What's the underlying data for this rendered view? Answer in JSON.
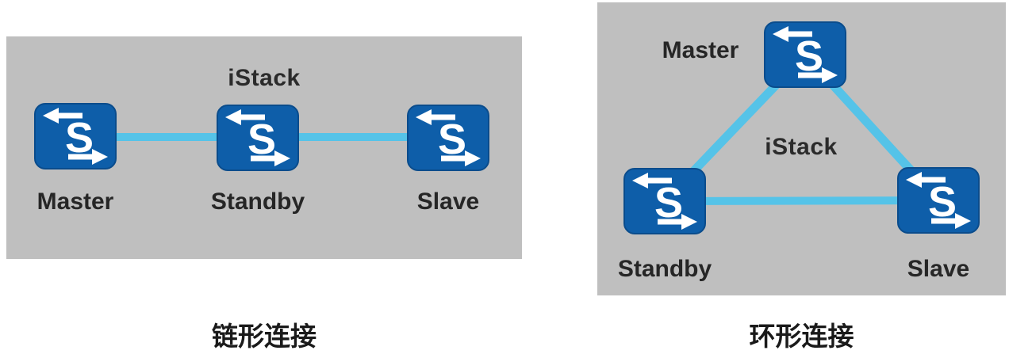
{
  "figure": {
    "switch_glyph": "S",
    "colors": {
      "panel_bg": "#bfbfbf",
      "node_blue": "#0e5ea9",
      "node_border": "#0a4c8c",
      "link_blue": "#55c3e8",
      "text_dark": "#262626"
    },
    "panels": [
      {
        "id": "chain",
        "title": "iStack",
        "caption": "链形连接",
        "nodes": [
          "Master",
          "Standby",
          "Slave"
        ]
      },
      {
        "id": "ring",
        "title": "iStack",
        "caption": "环形连接",
        "nodes": [
          "Master",
          "Standby",
          "Slave"
        ]
      }
    ]
  }
}
